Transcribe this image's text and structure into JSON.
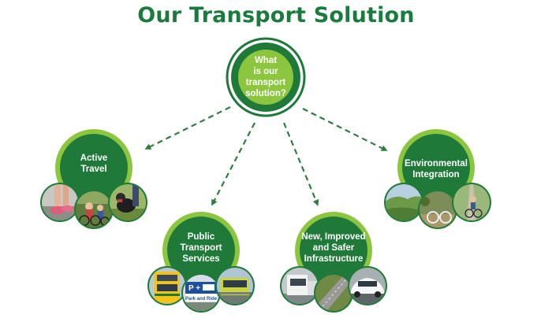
{
  "title": "Our Transport Solution",
  "colors": {
    "title": "#1b7a3d",
    "dark_green": "#1f7a3a",
    "light_green": "#8cc63f",
    "arrow": "#2f7d3f"
  },
  "center": {
    "label": "What\nis our\ntransport\nsolution?"
  },
  "nodes": [
    {
      "id": "active-travel",
      "label": "Active\nTravel",
      "photos": [
        "runner-legs-photo",
        "cyclists-photo",
        "dog-walker-photo"
      ]
    },
    {
      "id": "public-transport",
      "label": "Public\nTransport\nServices",
      "photos": [
        "double-decker-bus-photo",
        "park-and-ride-sign-photo",
        "tram-photo"
      ],
      "sign_text": "Park and Ride"
    },
    {
      "id": "infrastructure",
      "label": "New, Improved\nand Safer\nInfrastructure",
      "photos": [
        "truck-photo",
        "road-aerial-photo",
        "electric-car-photo"
      ]
    },
    {
      "id": "environmental",
      "label": "Environmental\nIntegration",
      "photos": [
        "green-landscape-photo",
        "garden-bike-photo",
        "cyclist-greenway-photo"
      ]
    }
  ]
}
